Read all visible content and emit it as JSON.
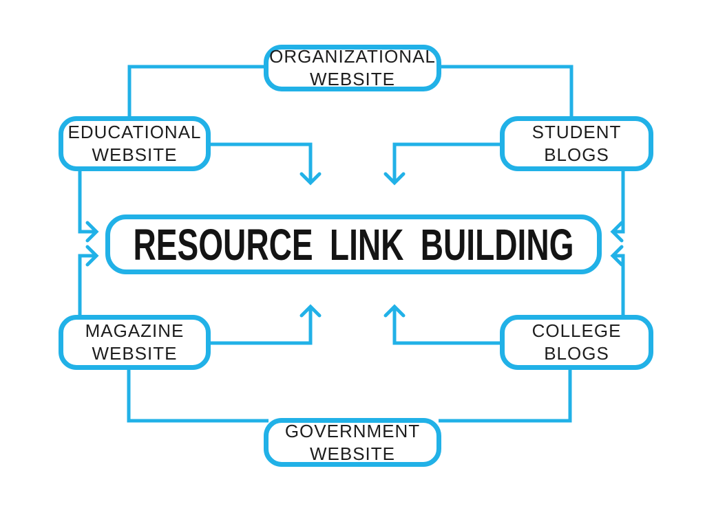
{
  "colors": {
    "accent": "#21b1e7",
    "ink": "#1d1d1d",
    "background": "#ffffff"
  },
  "nodes": {
    "center": {
      "label": "RESOURCE LINK BUILDING"
    },
    "organizational": {
      "line1": "ORGANIZATIONAL",
      "line2": "WEBSITE"
    },
    "educational": {
      "line1": "EDUCATIONAL",
      "line2": "WEBSITE"
    },
    "student": {
      "line1": "STUDENT",
      "line2": "BLOGS"
    },
    "magazine": {
      "line1": "MAGAZINE",
      "line2": "WEBSITE"
    },
    "college": {
      "line1": "COLLEGE",
      "line2": "BLOGS"
    },
    "government": {
      "line1": "GOVERNMENT",
      "line2": "WEBSITE"
    }
  }
}
